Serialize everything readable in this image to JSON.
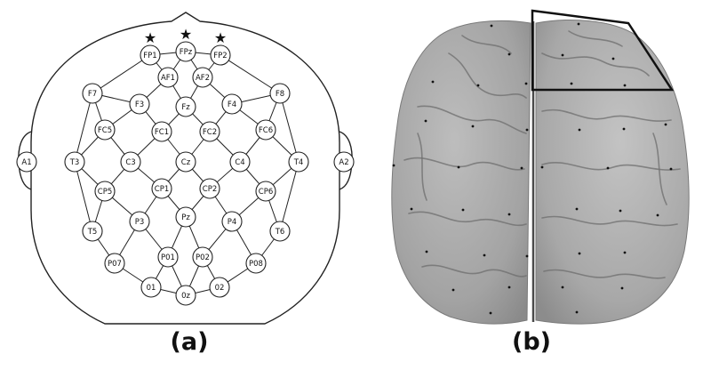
{
  "panels": {
    "a": {
      "caption": "(a)"
    },
    "b": {
      "caption": "(b)"
    }
  },
  "electrodes": [
    {
      "id": "FP1",
      "label": "FP1"
    },
    {
      "id": "FPz",
      "label": "FPz"
    },
    {
      "id": "FP2",
      "label": "FP2"
    },
    {
      "id": "AF1",
      "label": "AF1"
    },
    {
      "id": "AF2",
      "label": "AF2"
    },
    {
      "id": "F7",
      "label": "F7"
    },
    {
      "id": "F3",
      "label": "F3"
    },
    {
      "id": "Fz",
      "label": "Fz"
    },
    {
      "id": "F4",
      "label": "F4"
    },
    {
      "id": "F8",
      "label": "F8"
    },
    {
      "id": "FC5",
      "label": "FC5"
    },
    {
      "id": "FC1",
      "label": "FC1"
    },
    {
      "id": "FC2",
      "label": "FC2"
    },
    {
      "id": "FC6",
      "label": "FC6"
    },
    {
      "id": "A1",
      "label": "A1"
    },
    {
      "id": "T3",
      "label": "T3"
    },
    {
      "id": "C3",
      "label": "C3"
    },
    {
      "id": "Cz",
      "label": "Cz"
    },
    {
      "id": "C4",
      "label": "C4"
    },
    {
      "id": "T4",
      "label": "T4"
    },
    {
      "id": "A2",
      "label": "A2"
    },
    {
      "id": "CP5",
      "label": "CP5"
    },
    {
      "id": "CP1",
      "label": "CP1"
    },
    {
      "id": "CP2",
      "label": "CP2"
    },
    {
      "id": "CP6",
      "label": "CP6"
    },
    {
      "id": "T5",
      "label": "T5"
    },
    {
      "id": "P3",
      "label": "P3"
    },
    {
      "id": "Pz",
      "label": "Pz"
    },
    {
      "id": "P4",
      "label": "P4"
    },
    {
      "id": "T6",
      "label": "T6"
    },
    {
      "id": "P07",
      "label": "P07"
    },
    {
      "id": "P01",
      "label": "P01"
    },
    {
      "id": "P02",
      "label": "P02"
    },
    {
      "id": "P08",
      "label": "P08"
    },
    {
      "id": "O1",
      "label": "01"
    },
    {
      "id": "Oz",
      "label": "0z"
    },
    {
      "id": "O2",
      "label": "02"
    }
  ],
  "starred_electrodes": [
    "FP1",
    "FPz",
    "FP2"
  ],
  "star_glyph": "★",
  "colors": {
    "line": "#222222",
    "brain_base": "#9d9d9d",
    "brain_light": "#b9b9b9",
    "sulcus": "#6e6e6e"
  }
}
